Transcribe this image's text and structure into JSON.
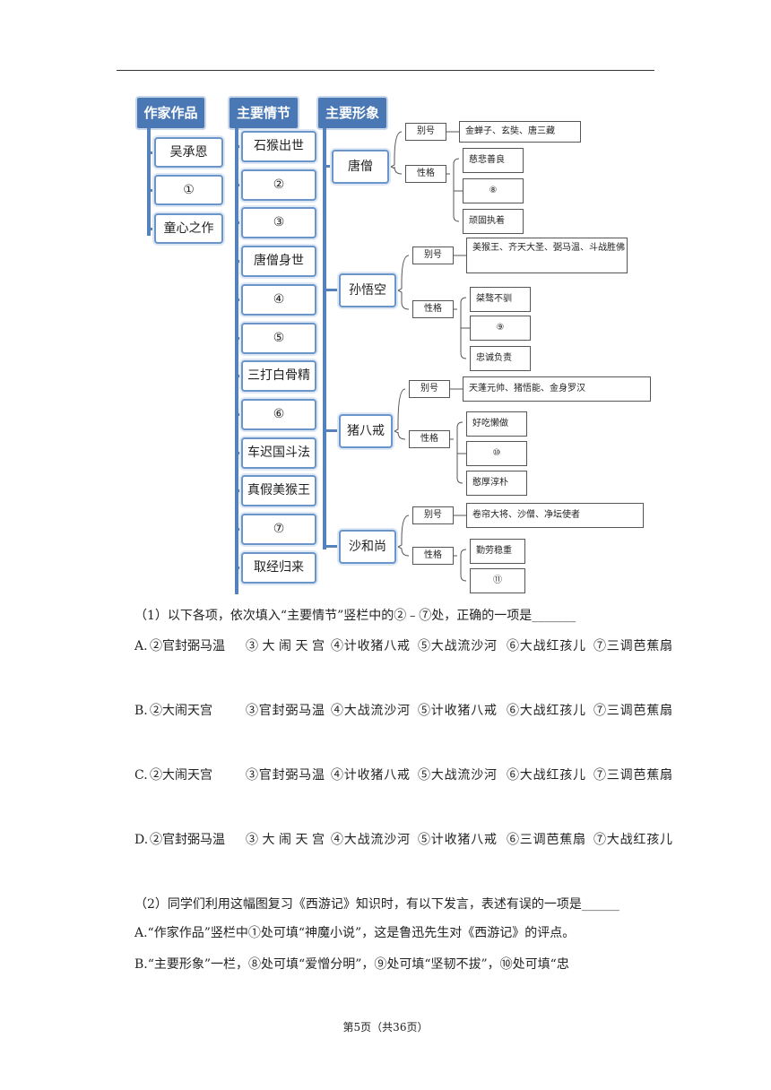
{
  "diagram": {
    "headers": [
      "作家作品",
      "主要情节",
      "主要形象"
    ],
    "works": [
      "吴承恩",
      "①",
      "童心之作"
    ],
    "plots": [
      "石猴出世",
      "②",
      "③",
      "唐僧身世",
      "④",
      "⑤",
      "三打白骨精",
      "⑥",
      "车迟国斗法",
      "真假美猴王",
      "⑦",
      "取经归来"
    ],
    "characters": [
      {
        "name": "唐僧",
        "alias_label": "别号",
        "alias": "金蝉子、玄奘、唐三藏",
        "trait_label": "性格",
        "traits": [
          "慈悲善良",
          "⑧",
          "顽固执着"
        ]
      },
      {
        "name": "孙悟空",
        "alias_label": "别号",
        "alias": "美猴王、齐天大圣、弼马温、斗战胜佛",
        "trait_label": "性格",
        "traits": [
          "桀骜不驯",
          "⑨",
          "忠诚负责"
        ]
      },
      {
        "name": "猪八戒",
        "alias_label": "别号",
        "alias": "天蓬元帅、猪悟能、金身罗汉",
        "trait_label": "性格",
        "traits": [
          "好吃懒做",
          "⑩",
          "憨厚淳朴"
        ]
      },
      {
        "name": "沙和尚",
        "alias_label": "别号",
        "alias": "卷帘大将、沙僧、净坛使者",
        "trait_label": "性格",
        "traits": [
          "勤劳稳重",
          "⑪"
        ]
      }
    ]
  },
  "q1": {
    "stem": "（1）以下各项，依次填入“主要情节”竖栏中的②﹣⑦处，正确的一项是_______",
    "options": [
      {
        "label": "A.",
        "items": [
          "②官封弼马温",
          "③大闹天宫",
          "④计收猪八戒",
          "⑤大战流沙河",
          "⑥大战红孩儿",
          "⑦三调芭蕉扇"
        ]
      },
      {
        "label": "B.",
        "items": [
          "②大闹天宫",
          "③官封弼马温",
          "④大战流沙河",
          "⑤计收猪八戒",
          "⑥大战红孩儿",
          "⑦三调芭蕉扇"
        ]
      },
      {
        "label": "C.",
        "items": [
          "②大闹天宫",
          "③官封弼马温",
          "④计收猪八戒",
          "⑤大战流沙河",
          "⑥大战红孩儿",
          "⑦三调芭蕉扇"
        ]
      },
      {
        "label": "D.",
        "items": [
          "②官封弼马温",
          "③大闹天宫",
          "④大战流沙河",
          "⑤计收猪八戒",
          "⑥三调芭蕉扇",
          "⑦大战红孩儿"
        ]
      }
    ]
  },
  "q2": {
    "stem": "（2）同学们利用这幅图复习《西游记》知识时，有以下发言，表述有误的一项是______",
    "optA": "A.“作家作品”竖栏中①处可填“神魔小说”，这是鲁迅先生对《西游记》的评点。",
    "optB": "B.“主要形象”一栏，⑧处可填“爱憎分明”，⑨处可填“坚韧不拔”，⑩处可填“忠"
  },
  "footer": "第5页（共36页）"
}
